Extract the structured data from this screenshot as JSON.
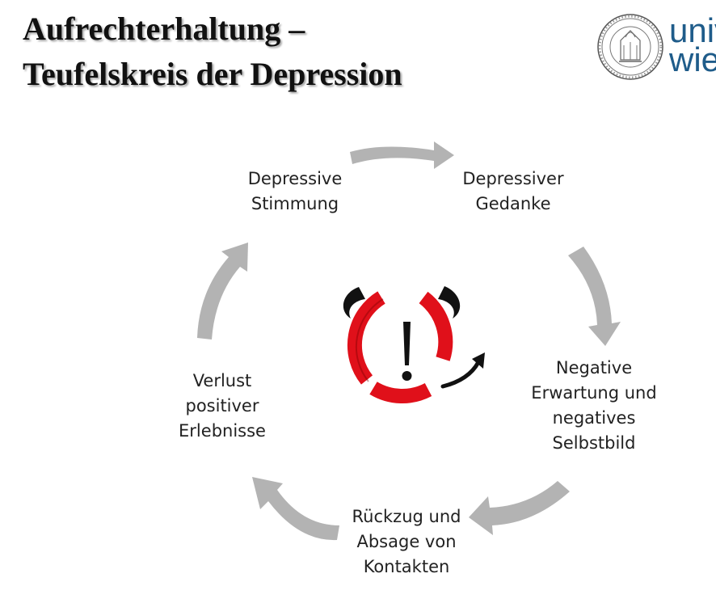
{
  "title": {
    "line1": "Aufrechterhaltung –",
    "line2": "Teufelskreis der Depression"
  },
  "logo": {
    "text_line1": "univ",
    "text_line2": "wie",
    "seal_icon": "university-seal-icon"
  },
  "colors": {
    "arrow": "#b3b3b3",
    "alarm_red": "#e0101a",
    "horn": "#111111",
    "title": "#111111",
    "logo_blue": "#1f5c8a"
  },
  "cycle": {
    "nodes": [
      {
        "id": "stimmung",
        "lines": [
          "Depressive",
          "Stimmung"
        ]
      },
      {
        "id": "gedanke",
        "lines": [
          "Depressiver",
          "Gedanke"
        ]
      },
      {
        "id": "erwartung",
        "lines": [
          "Negative",
          "Erwartung und",
          "negatives",
          "Selbstbild"
        ]
      },
      {
        "id": "rueckzug",
        "lines": [
          "Rückzug und",
          "Absage von",
          "Kontakten"
        ]
      },
      {
        "id": "verlust",
        "lines": [
          "Verlust",
          "positiver",
          "Erlebnisse"
        ]
      }
    ],
    "center_icon": "devil-alarm-icon"
  }
}
